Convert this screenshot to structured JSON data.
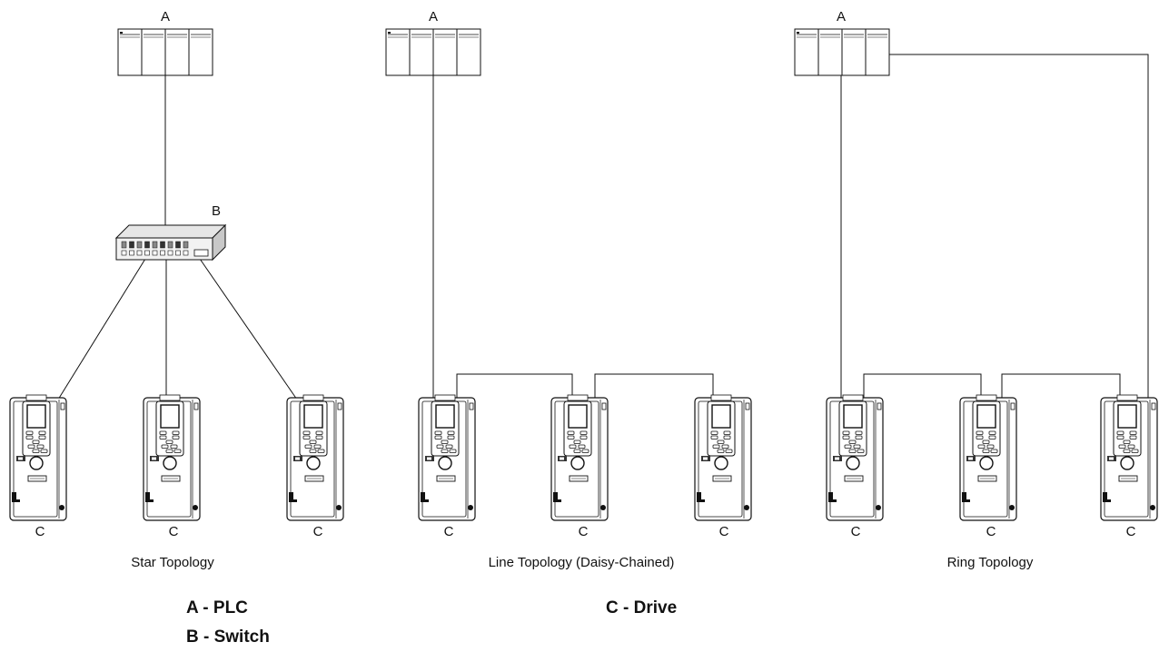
{
  "labels": {
    "plc": "A",
    "switch": "B",
    "drive": "C"
  },
  "captions": {
    "star": "Star Topology",
    "line": "Line Topology (Daisy-Chained)",
    "ring": "Ring Topology"
  },
  "legend": {
    "a": "A -  PLC",
    "b": "B -  Switch",
    "c": "C -  Drive"
  }
}
